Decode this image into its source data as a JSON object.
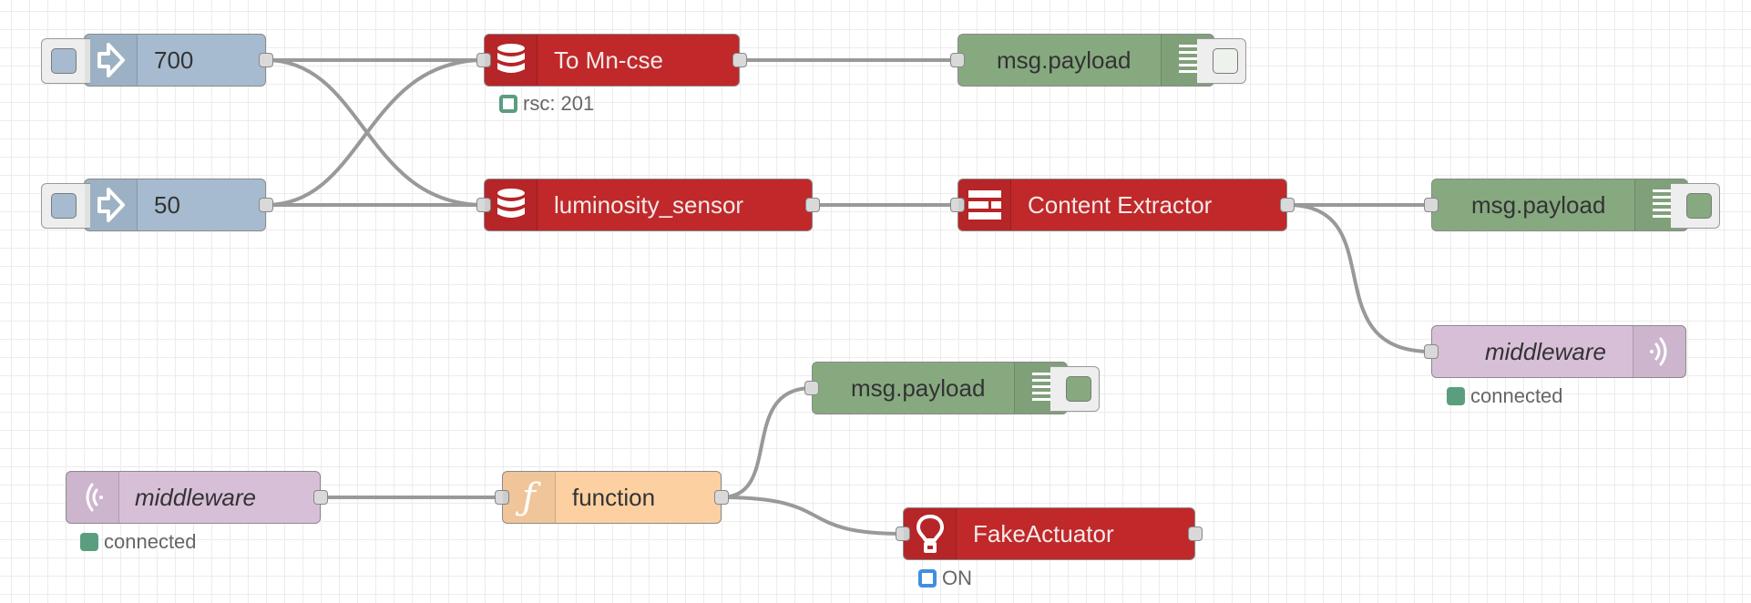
{
  "nodes": {
    "inject_700": {
      "label": "700",
      "icon": "arrow-in-icon",
      "color": "#a6bbcf"
    },
    "inject_50": {
      "label": "50",
      "icon": "arrow-in-icon",
      "color": "#a6bbcf"
    },
    "to_mn_cse": {
      "label": "To Mn-cse",
      "icon": "database-icon",
      "color": "#c0282a",
      "status": "rsc: 201"
    },
    "luminosity_sensor": {
      "label": "luminosity_sensor",
      "icon": "database-icon",
      "color": "#c0282a"
    },
    "debug_1": {
      "label": "msg.payload",
      "icon": "list-icon",
      "color": "#87a980",
      "active": false
    },
    "content_extractor": {
      "label": "Content Extractor",
      "icon": "extractor-icon",
      "color": "#c0282a"
    },
    "debug_2": {
      "label": "msg.payload",
      "icon": "list-icon",
      "color": "#87a980",
      "active": true
    },
    "mqtt_out": {
      "label": "middleware",
      "icon": "radio-waves-icon",
      "color": "#d8bfd8",
      "status": "connected"
    },
    "debug_3": {
      "label": "msg.payload",
      "icon": "list-icon",
      "color": "#87a980",
      "active": true
    },
    "mqtt_in": {
      "label": "middleware",
      "icon": "radio-waves-icon",
      "color": "#d8bfd8",
      "status": "connected"
    },
    "function": {
      "label": "function",
      "icon": "function-icon",
      "color": "#fdd0a2"
    },
    "fake_actuator": {
      "label": "FakeActuator",
      "icon": "lightbulb-icon",
      "color": "#c0282a",
      "status": "ON"
    }
  },
  "status_colors": {
    "connected": "#5a9e7f",
    "ok": "#5a9e7f",
    "info": "#3f8fe0"
  }
}
